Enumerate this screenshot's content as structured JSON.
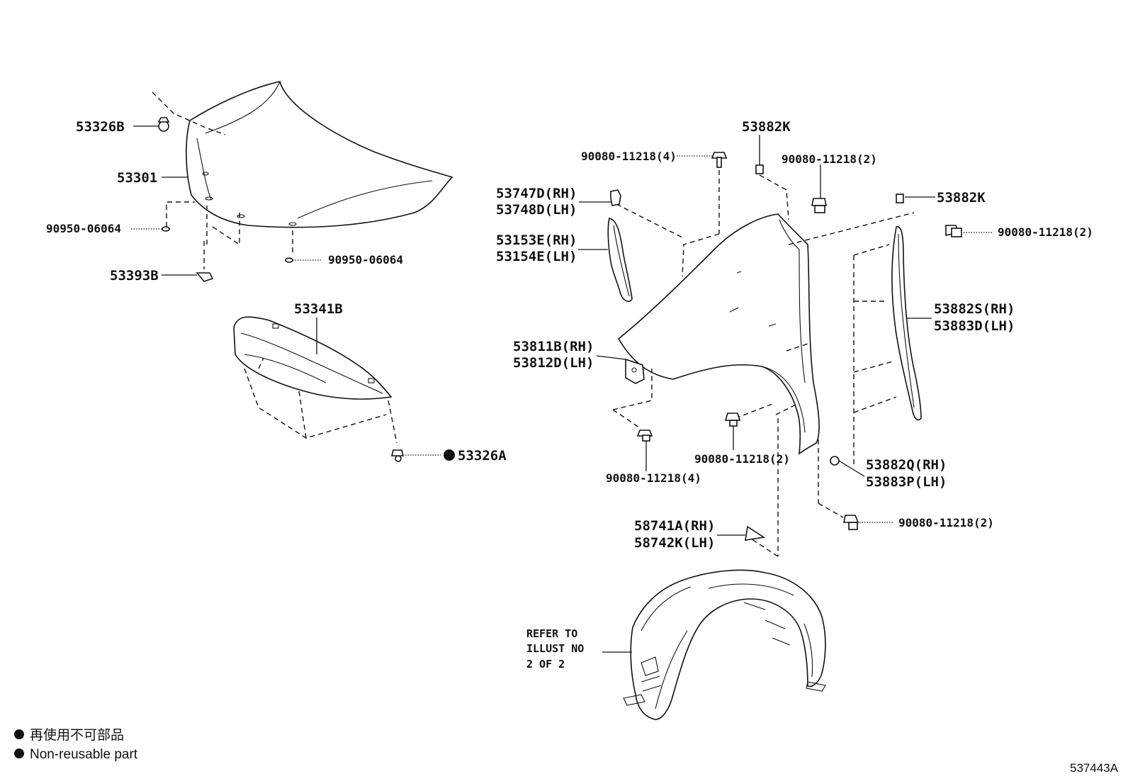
{
  "labels": {
    "p53326B": "53326B",
    "p53301": "53301",
    "p90950_a": "90950-06064",
    "p90950_b": "90950-06064",
    "p53393B": "53393B",
    "p53341B": "53341B",
    "p53326A": "53326A",
    "p90080_top": "90080-11218(4)",
    "p53882K_a": "53882K",
    "p90080_2a": "90080-11218(2)",
    "p53882K_b": "53882K",
    "p90080_2b": "90080-11218(2)",
    "p53747D": "53747D(RH)",
    "p53748D": "53748D(LH)",
    "p53153E": "53153E(RH)",
    "p53154E": "53154E(LH)",
    "p53882S": "53882S(RH)",
    "p53883D": "53883D(LH)",
    "p53811B": "53811B(RH)",
    "p53812D": "53812D(LH)",
    "p90080_4b": "90080-11218(4)",
    "p90080_2c": "90080-11218(2)",
    "p53882Q": "53882Q(RH)",
    "p53883P": "53883P(LH)",
    "p90080_2d": "90080-11218(2)",
    "p58741A": "58741A(RH)",
    "p58742K": "58742K(LH)"
  },
  "refer_note": [
    "REFER TO",
    "ILLUST NO",
    "2 OF 2"
  ],
  "legend": {
    "line1": "再使用不可部品",
    "line2": "Non-reusable part"
  },
  "illustration_id": "537443A"
}
